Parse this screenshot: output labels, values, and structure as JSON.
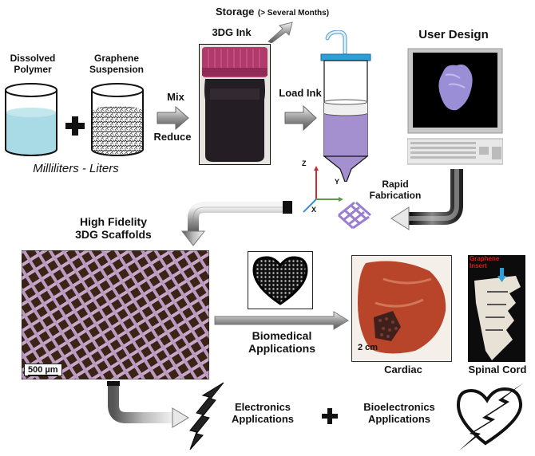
{
  "step1": {
    "polymer_label_line1": "Dissolved",
    "polymer_label_line2": "Polymer",
    "graphene_label_line1": "Graphene",
    "graphene_label_line2": "Suspension",
    "volume_label": "Milliliters - Liters"
  },
  "step2": {
    "mix_label": "Mix",
    "reduce_label": "Reduce",
    "ink_label": "3DG Ink",
    "storage_label": "Storage",
    "storage_note": "(> Several Months)"
  },
  "step3": {
    "load_label": "Load Ink",
    "user_design_label": "User Design",
    "rapid_line1": "Rapid",
    "rapid_line2": "Fabrication",
    "axes": {
      "z": "Z",
      "y": "Y",
      "x": "X"
    }
  },
  "scaffolds": {
    "title_line1": "High Fidelity",
    "title_line2": "3DG Scaffolds",
    "scale_bar": "500 µm"
  },
  "biomedical": {
    "label_line1": "Biomedical",
    "label_line2": "Applications",
    "cardiac_label": "Cardiac",
    "cardiac_scale": "2 cm",
    "spinal_label": "Spinal Cord",
    "insert_line1": "Graphene",
    "insert_line2": "Insert"
  },
  "electronics": {
    "electronics_line1": "Electronics",
    "electronics_line2": "Applications",
    "bio_line1": "Bioelectronics",
    "bio_line2": "Applications"
  },
  "colors": {
    "liquid": "#a9dbe6",
    "ink_purple": "#a48fcf",
    "cap": "#b03a6a",
    "syringe_cap": "#2a9fd8",
    "heart_model": "#9a8fd6",
    "cardiac": "#b8442a"
  }
}
